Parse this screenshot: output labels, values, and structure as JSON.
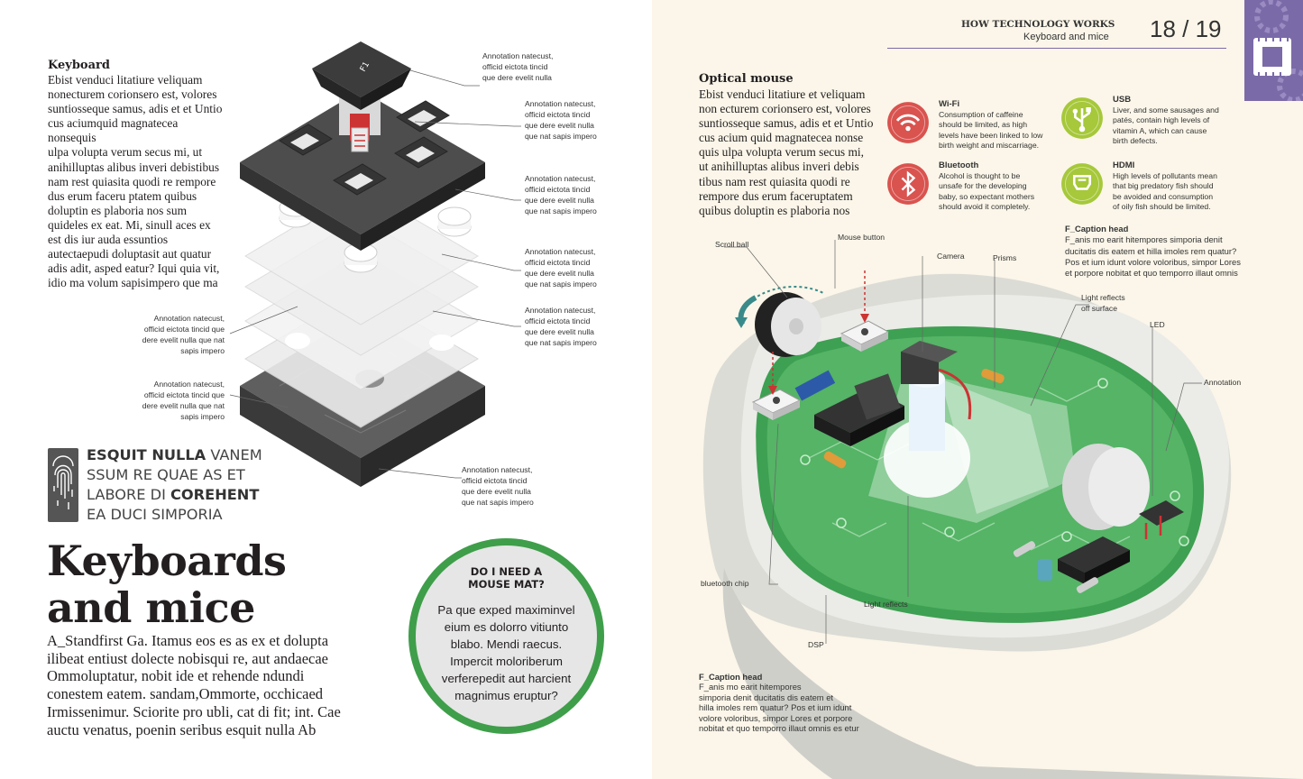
{
  "header": {
    "series": "HOW TECHNOLOGY WORKS",
    "section": "Keyboard and mice",
    "pages": "18 / 19"
  },
  "keyboard": {
    "heading": "Keyboard",
    "lines": [
      "Ebist venduci litatiure veliquam",
      "nonecturem corionsero est, volores",
      "suntiosseque samus, adis et et Untio",
      "cus aciumquid magnatecea nonsequis",
      "ulpa volupta verum secus mi, ut",
      "anihilluptas alibus inveri debistibus",
      "nam rest quiasita quodi re rempore",
      "dus erum faceru ptatem quibus",
      "doluptin es plaboria nos sum",
      "quideles ex eat. Mi, sinull aces ex",
      "est dis iur auda essuntios",
      "autectaepudi doluptasit aut quatur",
      "adis adit, asped eatur? Iqui quia vit,",
      "idio ma volum sapisimpero que ma"
    ],
    "key_glyph": "F1"
  },
  "annotations_right": [
    [
      "Annotation natecust,",
      "officid eictota tincid",
      "que dere evelit nulla"
    ],
    [
      "Annotation natecust,",
      "officid eictota tincid",
      "que dere evelit nulla",
      "que nat sapis impero"
    ],
    [
      "Annotation natecust,",
      "officid eictota tincid",
      "que dere evelit nulla",
      "que nat sapis impero"
    ],
    [
      "Annotation natecust,",
      "officid eictota tincid",
      "que dere evelit nulla",
      "que nat sapis impero"
    ],
    [
      "Annotation natecust,",
      "officid eictota tincid",
      "que dere evelit nulla",
      "que nat sapis impero"
    ],
    [
      "Annotation natecust,",
      "officid eictota tincid",
      "que dere evelit nulla",
      "que nat sapis impero"
    ]
  ],
  "annotations_left": [
    [
      "Annotation natecust,",
      "officid eictota tincid que",
      "dere evelit nulla que nat",
      "sapis impero"
    ],
    [
      "Annotation natecust,",
      "officid eictota tincid que",
      "dere evelit nulla que nat",
      "sapis impero"
    ]
  ],
  "fact": {
    "lines": [
      [
        "ESQUIT NULLA",
        " VANEM"
      ],
      [
        "SSUM RE QUAE AS ET",
        ""
      ],
      [
        "LABORE DI ",
        "COREHENT"
      ],
      [
        "EA DUCI SIMPORIA",
        ""
      ]
    ]
  },
  "title": {
    "line1": "Keyboards",
    "line2": "and mice"
  },
  "standfirst": {
    "lines": [
      "A_Standfirst Ga. Itamus eos es as ex et dolupta",
      "ilibeat entiust dolecte nobisqui re, aut andaecae",
      "Ommoluptatur, nobit ide et rehende ndundi",
      "conestem eatem. sandam,Ommorte, occhicaed",
      "Irmissenimur. Sciorite pro ubli, cat di fit; int. Cae",
      "auctu venatus, poenin seribus esquit nulla Ab"
    ]
  },
  "mouse_mat": {
    "heading": [
      "DO I NEED A",
      "MOUSE MAT?"
    ],
    "lines": [
      "Pa que exped maximinvel",
      "eium es dolorro vitiunto",
      "blabo. Mendi raecus.",
      "Impercit moloriberum",
      "verferepedit aut harcient",
      "magnimus eruptur?"
    ]
  },
  "optical": {
    "heading": "Optical mouse",
    "lines": [
      "Ebist venduci litatiure et veliquam",
      "non ecturem corionsero est, volores",
      "suntiosseque samus, adis et et Untio",
      "cus acium quid magnatecea nonse",
      "quis ulpa volupta verum secus mi,",
      "ut anihilluptas alibus inveri debis",
      "tibus nam rest quiasita quodi re",
      "rempore dus erum faceruptatem",
      "quibus doluptin es plaboria nos"
    ]
  },
  "connectivity": [
    {
      "title": "Wi-Fi",
      "icon": "wifi-icon",
      "color": "#d9534f",
      "lines": [
        "Consumption of caffeine",
        "should be limited, as high",
        "levels have been linked to low",
        "birth weight and miscarriage."
      ]
    },
    {
      "title": "USB",
      "icon": "usb-icon",
      "color": "#a6c83a",
      "lines": [
        "Liver, and some sausages and",
        "patés, contain high levels of",
        "vitamin A, which can cause",
        "birth defects."
      ]
    },
    {
      "title": "Bluetooth",
      "icon": "bluetooth-icon",
      "color": "#d9534f",
      "lines": [
        "Alcohol is thought to be",
        "unsafe for the developing",
        "baby, so expectant mothers",
        "should avoid it completely."
      ]
    },
    {
      "title": "HDMI",
      "icon": "hdmi-icon",
      "color": "#a6c83a",
      "lines": [
        "High levels of pollutants mean",
        "that big predatory fish should",
        "be avoided and consumption",
        "of oily fish should be limited."
      ]
    }
  ],
  "caption_top": {
    "head": "F_Caption head",
    "lines": [
      "F_anis mo earit hitempores simporia denit",
      "ducitatis dis eatem et hilla imoles rem quatur?",
      "Pos et ium idunt volore voloribus, simpor Lores",
      "et porpore nobitat et quo temporro illaut omnis"
    ]
  },
  "caption_bottom": {
    "head": "F_Caption head",
    "lines": [
      "F_anis mo earit hitempores",
      "simporia denit ducitatis dis eatem et",
      "hilla imoles rem quatur? Pos et ium idunt",
      "volore voloribus, simpor Lores et porpore",
      "nobitat et quo temporro illaut omnis es etur"
    ]
  },
  "mouse_labels": {
    "scroll_ball": "Scroll ball",
    "mouse_button": "Mouse button",
    "camera": "Camera",
    "prisms": "Prisms",
    "light_reflects_surface": [
      "Light reflects",
      "off surface"
    ],
    "led": "LED",
    "annotation": "Annotation",
    "bluetooth_chip": "bluetooth chip",
    "light_reflects": "Light reflects",
    "dsp": "DSP"
  },
  "colors": {
    "accent": "#3f9e4a",
    "red": "#d9534f",
    "lime": "#a6c83a",
    "cream": "#fbf6e9",
    "purple": "#7b6aa8"
  }
}
